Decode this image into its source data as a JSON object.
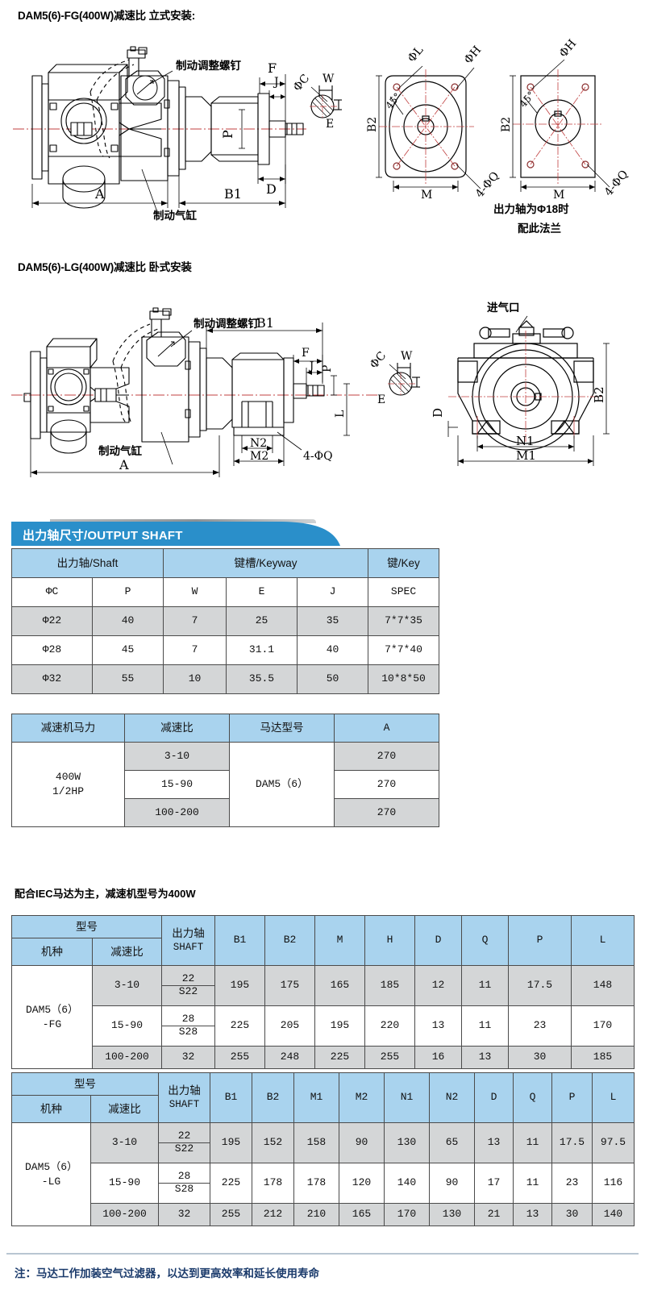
{
  "sections": {
    "vertical_title": "DAM5(6)-FG(400W)减速比  立式安装:",
    "horizontal_title": "DAM5(6)-LG(400W)减速比  卧式安装",
    "iec_note": "配合IEC马达为主，减速机型号为400W",
    "footer_note": "注：马达工作加装空气过滤器，以达到更高效率和延长使用寿命"
  },
  "drawing_labels": {
    "brake_adjust_screw": "制动调整螺钉",
    "brake_cylinder": "制动气缸",
    "air_inlet": "进气口",
    "flange_note_line1": "出力轴为Φ18时",
    "flange_note_line2": "配此法兰",
    "dim_A": "A",
    "dim_B1": "B1",
    "dim_B2": "B2",
    "dim_M": "M",
    "dim_M1": "M1",
    "dim_M2": "M2",
    "dim_N1": "N1",
    "dim_N2": "N2",
    "dim_D": "D",
    "dim_E": "E",
    "dim_F": "F",
    "dim_J": "J",
    "dim_L": "L",
    "dim_P": "P",
    "dim_W": "W",
    "dia_C": "ΦC",
    "dia_H": "ΦH",
    "dia_L": "ΦL",
    "four_phi_Q": "4-ΦQ",
    "angle_45": "45°"
  },
  "shaft_table": {
    "banner": "出力轴尺寸/OUTPUT  SHAFT",
    "group_headers": [
      "出力轴/Shaft",
      "键槽/Keyway",
      "键/Key"
    ],
    "columns": [
      "ΦC",
      "P",
      "W",
      "E",
      "J",
      "SPEC"
    ],
    "rows": [
      [
        "Φ22",
        "40",
        "7",
        "25",
        "35",
        "7*7*35"
      ],
      [
        "Φ28",
        "45",
        "7",
        "31.1",
        "40",
        "7*7*40"
      ],
      [
        "Φ32",
        "55",
        "10",
        "35.5",
        "50",
        "10*8*50"
      ]
    ]
  },
  "power_table": {
    "columns": [
      "减速机马力",
      "减速比",
      "马达型号",
      "A"
    ],
    "power": "400W\n1/2HP",
    "power_line1": "400W",
    "power_line2": "1/2HP",
    "motor_model": "DAM5（6）",
    "rows": [
      {
        "ratio": "3-10",
        "A": "270"
      },
      {
        "ratio": "15-90",
        "A": "270"
      },
      {
        "ratio": "100-200",
        "A": "270"
      }
    ]
  },
  "fg_table": {
    "group_label": "型号",
    "shaft_label_cjk": "出力轴",
    "shaft_label_en": "SHAFT",
    "sub_headers": [
      "机种",
      "减速比"
    ],
    "columns": [
      "B1",
      "B2",
      "M",
      "H",
      "D",
      "Q",
      "P",
      "L"
    ],
    "model_line1": "DAM5（6）",
    "model_line2": "-FG",
    "rows": [
      {
        "ratio": "3-10",
        "shaft_top": "22",
        "shaft_bot": "S22",
        "values": [
          "195",
          "175",
          "165",
          "185",
          "12",
          "11",
          "17.5",
          "148"
        ]
      },
      {
        "ratio": "15-90",
        "shaft_top": "28",
        "shaft_bot": "S28",
        "values": [
          "225",
          "205",
          "195",
          "220",
          "13",
          "11",
          "23",
          "170"
        ]
      },
      {
        "ratio": "100-200",
        "shaft_top": "32",
        "shaft_bot": "",
        "values": [
          "255",
          "248",
          "225",
          "255",
          "16",
          "13",
          "30",
          "185"
        ]
      }
    ]
  },
  "lg_table": {
    "group_label": "型号",
    "shaft_label_cjk": "出力轴",
    "shaft_label_en": "SHAFT",
    "sub_headers": [
      "机种",
      "减速比"
    ],
    "columns": [
      "B1",
      "B2",
      "M1",
      "M2",
      "N1",
      "N2",
      "D",
      "Q",
      "P",
      "L"
    ],
    "model_line1": "DAM5（6）",
    "model_line2": "-LG",
    "rows": [
      {
        "ratio": "3-10",
        "shaft_top": "22",
        "shaft_bot": "S22",
        "values": [
          "195",
          "152",
          "158",
          "90",
          "130",
          "65",
          "13",
          "11",
          "17.5",
          "97.5"
        ]
      },
      {
        "ratio": "15-90",
        "shaft_top": "28",
        "shaft_bot": "S28",
        "values": [
          "225",
          "178",
          "178",
          "120",
          "140",
          "90",
          "17",
          "11",
          "23",
          "116"
        ]
      },
      {
        "ratio": "100-200",
        "shaft_top": "32",
        "shaft_bot": "",
        "values": [
          "255",
          "212",
          "210",
          "165",
          "170",
          "130",
          "21",
          "13",
          "30",
          "140"
        ]
      }
    ]
  },
  "colors": {
    "header_blue": "#a9d3ee",
    "banner_blue": "#2a8fca",
    "row_gray": "#d4d6d7",
    "border": "#4b4b4b",
    "centerline_red": "#c04040",
    "note_blue": "#1a3a6b"
  }
}
